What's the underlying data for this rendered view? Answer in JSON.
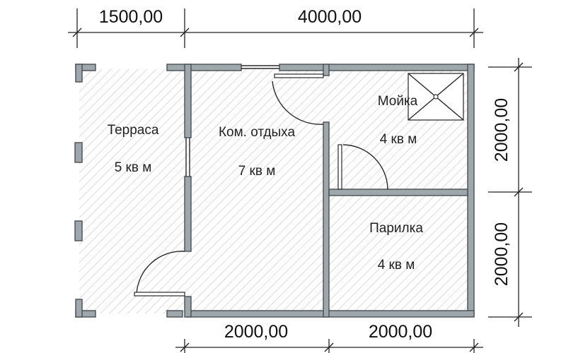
{
  "dimensions": {
    "top_terrace": "1500,00",
    "top_main": "4000,00",
    "right_upper": "2000,00",
    "right_lower": "2000,00",
    "bottom_left": "2000,00",
    "bottom_right": "2000,00"
  },
  "rooms": {
    "terrace": {
      "name": "Терраса",
      "area": "5 кв м"
    },
    "lounge": {
      "name": "Ком. отдыха",
      "area": "7 кв м"
    },
    "washroom": {
      "name": "Мойка",
      "area": "4 кв м"
    },
    "steam_room": {
      "name": "Парилка",
      "area": "4 кв м"
    }
  },
  "colors": {
    "hatch": "#c9c9c9",
    "wall_fill": "#9ea7ab",
    "wall_stroke": "#4a4f52",
    "line": "#222222"
  }
}
